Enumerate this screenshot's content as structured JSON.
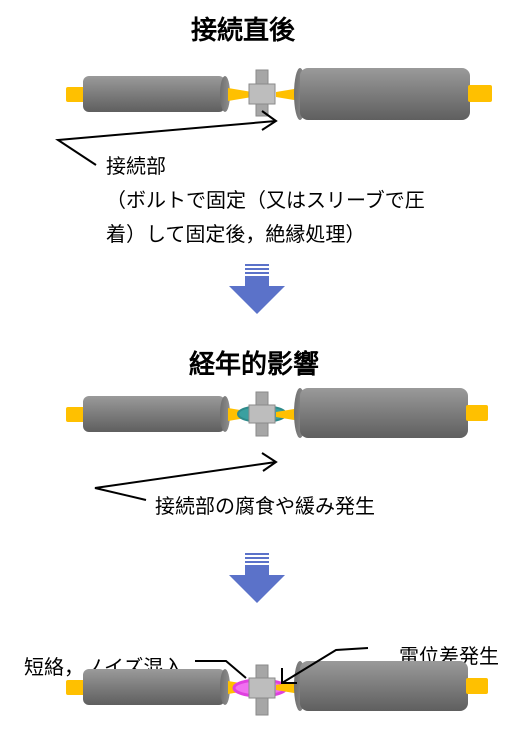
{
  "stage1": {
    "title": "接続直後",
    "label_line1": "接続部",
    "label_line2": "（ボルトで固定（又はスリーブで圧",
    "label_line3": "着）して固定後，絶縁処理）"
  },
  "stage2": {
    "title": "経年的影響",
    "label": "接続部の腐食や緩み発生"
  },
  "stage3": {
    "label_right": "電位差発生",
    "label_left": "短絡，ノイズ混入"
  },
  "colors": {
    "cable": "#7f7f7f",
    "conductor": "#ffc000",
    "joint": "#a6a6a6",
    "arrow": "#5b72c9",
    "corrosion": "#2e8b8b",
    "discharge": "#e040e0"
  }
}
